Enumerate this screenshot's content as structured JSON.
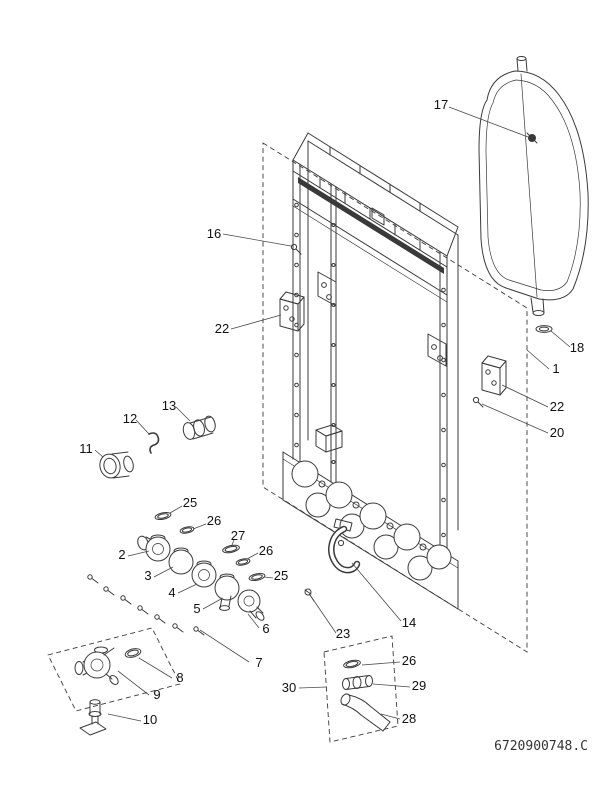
{
  "colors": {
    "ink": "#3a3a3a",
    "label": "#111111",
    "leader": "#4a4a4a",
    "background": "#ffffff"
  },
  "diagram": {
    "code": "6720900748.C",
    "callouts": [
      {
        "id": "17",
        "label": "17"
      },
      {
        "id": "16",
        "label": "16"
      },
      {
        "id": "22-left",
        "label": "22"
      },
      {
        "id": "1",
        "label": "1"
      },
      {
        "id": "18",
        "label": "18"
      },
      {
        "id": "22-right",
        "label": "22"
      },
      {
        "id": "20",
        "label": "20"
      },
      {
        "id": "12",
        "label": "12"
      },
      {
        "id": "13",
        "label": "13"
      },
      {
        "id": "11",
        "label": "11"
      },
      {
        "id": "25-upper",
        "label": "25"
      },
      {
        "id": "26-upper",
        "label": "26"
      },
      {
        "id": "27",
        "label": "27"
      },
      {
        "id": "26-mid",
        "label": "26"
      },
      {
        "id": "25-lower",
        "label": "25"
      },
      {
        "id": "2",
        "label": "2"
      },
      {
        "id": "3",
        "label": "3"
      },
      {
        "id": "4",
        "label": "4"
      },
      {
        "id": "5",
        "label": "5"
      },
      {
        "id": "6",
        "label": "6"
      },
      {
        "id": "7",
        "label": "7"
      },
      {
        "id": "8",
        "label": "8"
      },
      {
        "id": "9",
        "label": "9"
      },
      {
        "id": "10",
        "label": "10"
      },
      {
        "id": "14",
        "label": "14"
      },
      {
        "id": "23",
        "label": "23"
      },
      {
        "id": "30",
        "label": "30"
      },
      {
        "id": "26-box",
        "label": "26"
      },
      {
        "id": "29",
        "label": "29"
      },
      {
        "id": "28",
        "label": "28"
      }
    ]
  }
}
